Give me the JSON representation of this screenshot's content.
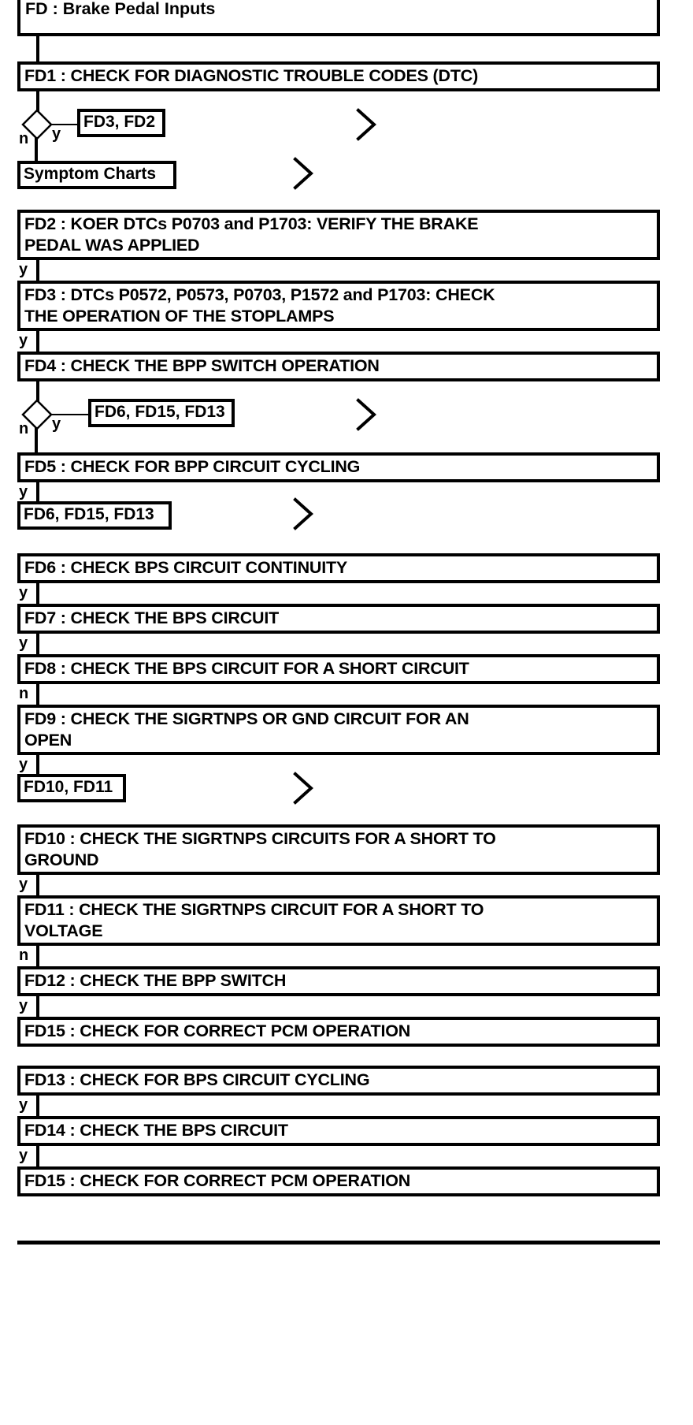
{
  "title": {
    "text": "FD : Brake Pedal Inputs"
  },
  "steps": [
    {
      "id": "fd1",
      "label": "FD1 : CHECK FOR DIAGNOSTIC TROUBLE CODES (DTC)"
    },
    {
      "id": "fd2",
      "label": "FD2 : KOER DTCs P0703 and P1703: VERIFY THE BRAKE\nPEDAL WAS APPLIED"
    },
    {
      "id": "fd3",
      "label": "FD3 : DTCs P0572, P0573, P0703, P1572 and P1703: CHECK\nTHE OPERATION OF THE STOPLAMPS"
    },
    {
      "id": "fd4",
      "label": "FD4 : CHECK THE BPP SWITCH OPERATION"
    },
    {
      "id": "fd5",
      "label": "FD5 : CHECK FOR BPP CIRCUIT CYCLING"
    },
    {
      "id": "fd6",
      "label": "FD6 : CHECK BPS CIRCUIT CONTINUITY"
    },
    {
      "id": "fd7",
      "label": "FD7 : CHECK THE BPS CIRCUIT"
    },
    {
      "id": "fd8",
      "label": "FD8 : CHECK THE BPS CIRCUIT FOR A SHORT CIRCUIT"
    },
    {
      "id": "fd9",
      "label": "FD9 : CHECK THE SIGRTNPS OR GND CIRCUIT FOR AN\nOPEN"
    },
    {
      "id": "fd10",
      "label": "FD10 : CHECK THE SIGRTNPS CIRCUITS FOR A SHORT TO\nGROUND"
    },
    {
      "id": "fd11",
      "label": "FD11 : CHECK THE SIGRTNPS CIRCUIT FOR A SHORT TO\nVOLTAGE"
    },
    {
      "id": "fd12",
      "label": "FD12 : CHECK THE BPP SWITCH"
    },
    {
      "id": "fd15a",
      "label": "FD15 : CHECK FOR CORRECT PCM OPERATION"
    },
    {
      "id": "fd13",
      "label": "FD13 : CHECK FOR BPS CIRCUIT CYCLING"
    },
    {
      "id": "fd14",
      "label": "FD14 : CHECK THE BPS CIRCUIT"
    },
    {
      "id": "fd15b",
      "label": "FD15 : CHECK FOR CORRECT PCM OPERATION"
    }
  ],
  "references": [
    {
      "id": "ref_fd3_fd2",
      "label": "FD3, FD2"
    },
    {
      "id": "ref_symptom",
      "label": "Symptom Charts"
    },
    {
      "id": "ref_fd6_a",
      "label": "FD6, FD15, FD13"
    },
    {
      "id": "ref_fd6_b",
      "label": "FD6, FD15, FD13"
    },
    {
      "id": "ref_fd10_fd11",
      "label": "FD10, FD11"
    }
  ],
  "branches": [
    {
      "id": "b_fd1_n",
      "label": "n"
    },
    {
      "id": "b_fd1_y",
      "label": "y"
    },
    {
      "id": "b_fd2_y",
      "label": "y"
    },
    {
      "id": "b_fd3_y",
      "label": "y"
    },
    {
      "id": "b_fd4_n",
      "label": "n"
    },
    {
      "id": "b_fd4_y",
      "label": "y"
    },
    {
      "id": "b_fd5_y",
      "label": "y"
    },
    {
      "id": "b_fd6_y",
      "label": "y"
    },
    {
      "id": "b_fd7_y",
      "label": "y"
    },
    {
      "id": "b_fd8_n",
      "label": "n"
    },
    {
      "id": "b_fd9_y",
      "label": "y"
    },
    {
      "id": "b_fd10_y",
      "label": "y"
    },
    {
      "id": "b_fd11_n",
      "label": "n"
    },
    {
      "id": "b_fd12_y",
      "label": "y"
    },
    {
      "id": "b_fd13_y",
      "label": "y"
    },
    {
      "id": "b_fd14_y",
      "label": "y"
    }
  ],
  "icons": {
    "decision": "decision-diamond",
    "continuation": "chevron-right"
  },
  "colors": {
    "stroke": "#000000",
    "fill": "#ffffff"
  }
}
